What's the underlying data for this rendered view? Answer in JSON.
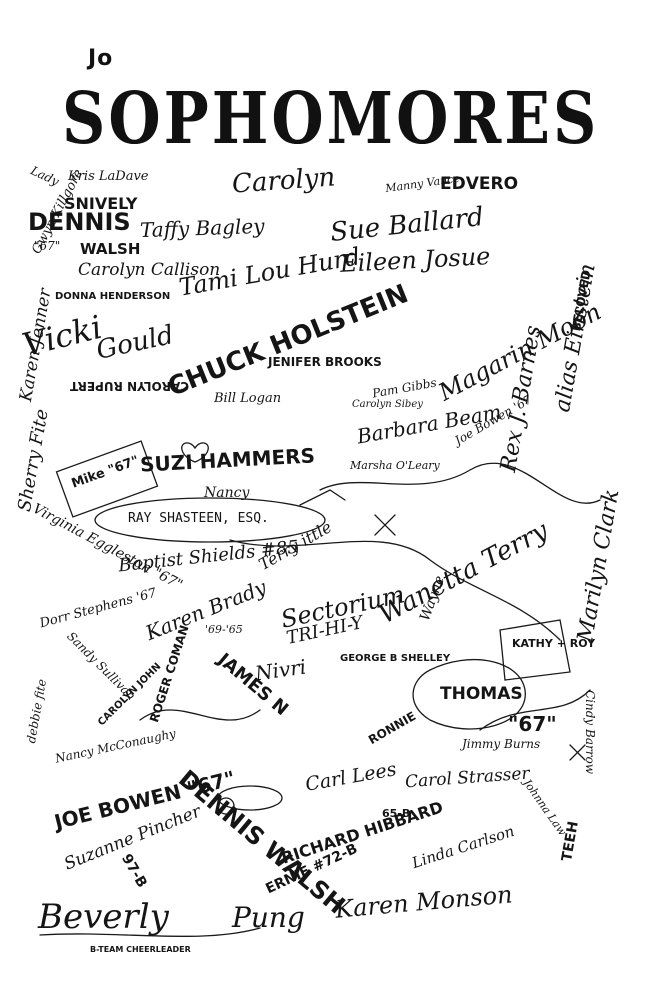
{
  "page": {
    "corner_mark": "Jo",
    "title": "SOPHOMORES"
  },
  "signatures": [
    {
      "id": "sig-carolyn-top",
      "text": "Carolyn"
    },
    {
      "id": "sig-mary-lou-vance",
      "text": "Manny Vance"
    },
    {
      "id": "sig-edvero",
      "text": "EDVERO"
    },
    {
      "id": "sig-larry",
      "text": "Lady"
    },
    {
      "id": "sig-kris-ladave",
      "text": "Kris LaDave"
    },
    {
      "id": "sig-jennie-snively",
      "text": "SNIVELY"
    },
    {
      "id": "sig-dennis-top",
      "text": "DENNIS"
    },
    {
      "id": "sig-67-top",
      "text": "\"67\""
    },
    {
      "id": "sig-walsh-top",
      "text": "WALSH"
    },
    {
      "id": "sig-taffy-bagley",
      "text": "Taffy Bagley"
    },
    {
      "id": "sig-sue-ballard",
      "text": "Sue Ballard"
    },
    {
      "id": "sig-carolyn-callison",
      "text": "Carolyn Callison"
    },
    {
      "id": "sig-gwyn-killgore",
      "text": "Gwyn Killgore"
    },
    {
      "id": "sig-donna-henderson",
      "text": "DONNA HENDERSON"
    },
    {
      "id": "sig-tami-lou-hurd",
      "text": "Tami Lou Hurd"
    },
    {
      "id": "sig-eileen-josue",
      "text": "Eileen Josue"
    },
    {
      "id": "sig-vicki",
      "text": "Vicki"
    },
    {
      "id": "sig-gould",
      "text": "Gould"
    },
    {
      "id": "sig-chuck-holstein",
      "text": "CHUCK HOLSTEIN"
    },
    {
      "id": "sig-jenifer-brooks",
      "text": "JENIFER BROOKS"
    },
    {
      "id": "sig-magarin-moon",
      "text": "Magarin Moon"
    },
    {
      "id": "sig-barbara-beam",
      "text": "Barbara Beam"
    },
    {
      "id": "sig-pam-gibbs",
      "text": "Pam Gibbs"
    },
    {
      "id": "sig-carolyn-sibey",
      "text": "Carolyn Sibey"
    },
    {
      "id": "sig-carolyn-rupert",
      "text": "CAROLYN RUPERT"
    },
    {
      "id": "sig-bill-logan",
      "text": "Bill Logan"
    },
    {
      "id": "sig-karen-jenner",
      "text": "Karen Jenner"
    },
    {
      "id": "sig-sherry-fite",
      "text": "Sherry Fite"
    },
    {
      "id": "sig-mike-67",
      "text": "Mike \"67\""
    },
    {
      "id": "sig-suzi-hammers",
      "text": "SUZI HAMMERS"
    },
    {
      "id": "sig-marsha-oleary",
      "text": "Marsha O'Leary"
    },
    {
      "id": "sig-joe-bowen-right",
      "text": "Joe Bowen '67"
    },
    {
      "id": "sig-rex-j-barnes",
      "text": "Rex J. Barnes"
    },
    {
      "id": "sig-alias-einstein",
      "text": "alias Einstein"
    },
    {
      "id": "sig-beloved",
      "text": "BELOVED"
    },
    {
      "id": "sig-nancy",
      "text": "Nancy"
    },
    {
      "id": "sig-ray-shasteen",
      "text": "RAY SHASTEEN, ESQ."
    },
    {
      "id": "sig-virginia-eggleston",
      "text": "Virginia Eggleston \"67\""
    },
    {
      "id": "sig-baptist-shields",
      "text": "Baptist Shields #85"
    },
    {
      "id": "sig-terry-ittle",
      "text": "Terry ittle"
    },
    {
      "id": "sig-wanetta-terry",
      "text": "Wanetta Terry"
    },
    {
      "id": "sig-sectorium",
      "text": "Sectorium"
    },
    {
      "id": "sig-tri-hi-y",
      "text": "TRI-HI-Y"
    },
    {
      "id": "sig-dorr-stephens",
      "text": "Dorr Stephens '67"
    },
    {
      "id": "sig-karen-brady",
      "text": "Karen Brady"
    },
    {
      "id": "sig-69-65",
      "text": "'69-'65"
    },
    {
      "id": "sig-marilyn-clark",
      "text": "Marilyn Clark"
    },
    {
      "id": "sig-kathy-roy",
      "text": "KATHY + ROY"
    },
    {
      "id": "sig-wayne",
      "text": "Wayne"
    },
    {
      "id": "sig-george-shelley",
      "text": "GEORGE B SHELLEY"
    },
    {
      "id": "sig-nivri",
      "text": "Nivri"
    },
    {
      "id": "sig-james",
      "text": "JAMES N"
    },
    {
      "id": "sig-sandy-sullivan",
      "text": "Sandy Sullivan"
    },
    {
      "id": "sig-carolyn-john",
      "text": "CAROLYN JOHN"
    },
    {
      "id": "sig-debbie-fite",
      "text": "debbie fite"
    },
    {
      "id": "sig-nancy-mcconaughy",
      "text": "Nancy McConaughy"
    },
    {
      "id": "sig-roger-coman",
      "text": "ROGER COMAN"
    },
    {
      "id": "sig-ronnie",
      "text": "RONNIE"
    },
    {
      "id": "sig-thomas",
      "text": "THOMAS"
    },
    {
      "id": "sig-67-right",
      "text": "\"67\""
    },
    {
      "id": "sig-jimmy-burns",
      "text": "Jimmy Burns"
    },
    {
      "id": "sig-cindy-barrow",
      "text": "Cindy Barrow"
    },
    {
      "id": "sig-joe-bowen-67",
      "text": "JOE BOWEN \"67\""
    },
    {
      "id": "sig-carl-lees",
      "text": "Carl Lees"
    },
    {
      "id": "sig-carol-strasser",
      "text": "Carol Strasser"
    },
    {
      "id": "sig-suzanne-pincher",
      "text": "Suzanne Pincher"
    },
    {
      "id": "sig-dennis-walsh",
      "text": "DENNIS WALSH"
    },
    {
      "id": "sig-richard-hibbard",
      "text": "RICHARD HIBBARD"
    },
    {
      "id": "sig-ernie",
      "text": "ERNIE #72-B"
    },
    {
      "id": "sig-65-b",
      "text": "65-B"
    },
    {
      "id": "sig-linda-carlson",
      "text": "Linda Carlson"
    },
    {
      "id": "sig-johnna-law",
      "text": "Johnna Law"
    },
    {
      "id": "sig-97-b",
      "text": "97-B"
    },
    {
      "id": "sig-beverly",
      "text": "Beverly"
    },
    {
      "id": "sig-pung",
      "text": "Pung"
    },
    {
      "id": "sig-karen-monson",
      "text": "Karen Monson"
    },
    {
      "id": "sig-teeh",
      "text": "TEEH"
    },
    {
      "id": "sig-b-team",
      "text": "B-TEAM CHEERLEADER"
    }
  ]
}
